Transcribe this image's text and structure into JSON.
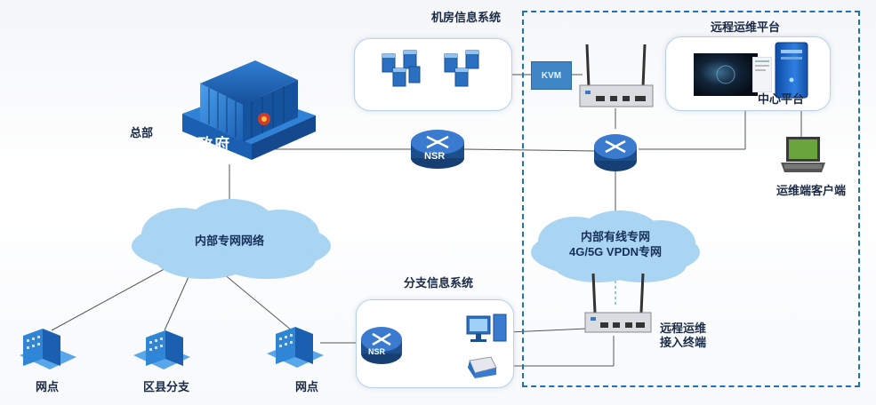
{
  "labels": {
    "hq": "总部",
    "gov": "政府",
    "machine_room": "机房信息系统",
    "remote_platform": "远程运维平台",
    "center_platform": "中心平台",
    "ops_client": "运维端客户端",
    "kvm": "KVM",
    "nsr": "NSR",
    "internal_net": "内部专网网络",
    "wired_net_line1": "内部有线专网",
    "wired_net_line2": "4G/5G VPDN专网",
    "branch_system": "分支信息系统",
    "remote_terminal_line1": "远程运维",
    "remote_terminal_line2": "接入终端",
    "site_left": "网点",
    "district": "区县分支",
    "site_right": "网点"
  },
  "colors": {
    "dashed_border": "#1f6fbf",
    "cloud": "#a9d4f2",
    "building": "#2f86d6",
    "router": "#1d4f8c",
    "line": "#3a3a3a"
  }
}
